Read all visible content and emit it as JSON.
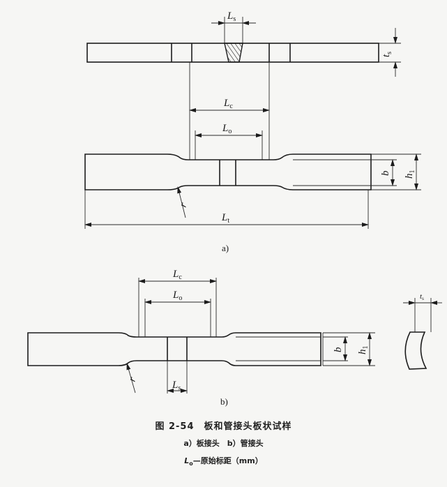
{
  "figure": {
    "number": "图 2-54",
    "title": "板和管接头板状试样",
    "subcaption_a": "a）板接头",
    "subcaption_b": "b）管接头",
    "note_symbol": "L",
    "note_symbol_sub": "o",
    "note_text": "—原始标距（mm）"
  },
  "diagram_a": {
    "label": "a)",
    "Ls": {
      "main": "L",
      "sub": "s"
    },
    "ts": {
      "main": "t",
      "sub": "s"
    },
    "Lc": {
      "main": "L",
      "sub": "c"
    },
    "Lo": {
      "main": "L",
      "sub": "o"
    },
    "b": {
      "main": "b"
    },
    "h1": {
      "main": "h",
      "sub": "1"
    },
    "r": {
      "main": "r"
    },
    "Lt": {
      "main": "L",
      "sub": "t"
    }
  },
  "diagram_b": {
    "label": "b)",
    "Lc": {
      "main": "L",
      "sub": "c"
    },
    "Lo": {
      "main": "L",
      "sub": "o"
    },
    "Ls": {
      "main": "L",
      "sub": "s"
    },
    "b": {
      "main": "b"
    },
    "h1": {
      "main": "h",
      "sub": "1"
    },
    "r": {
      "main": "r"
    },
    "ts": {
      "main": "t",
      "sub": "s"
    }
  }
}
